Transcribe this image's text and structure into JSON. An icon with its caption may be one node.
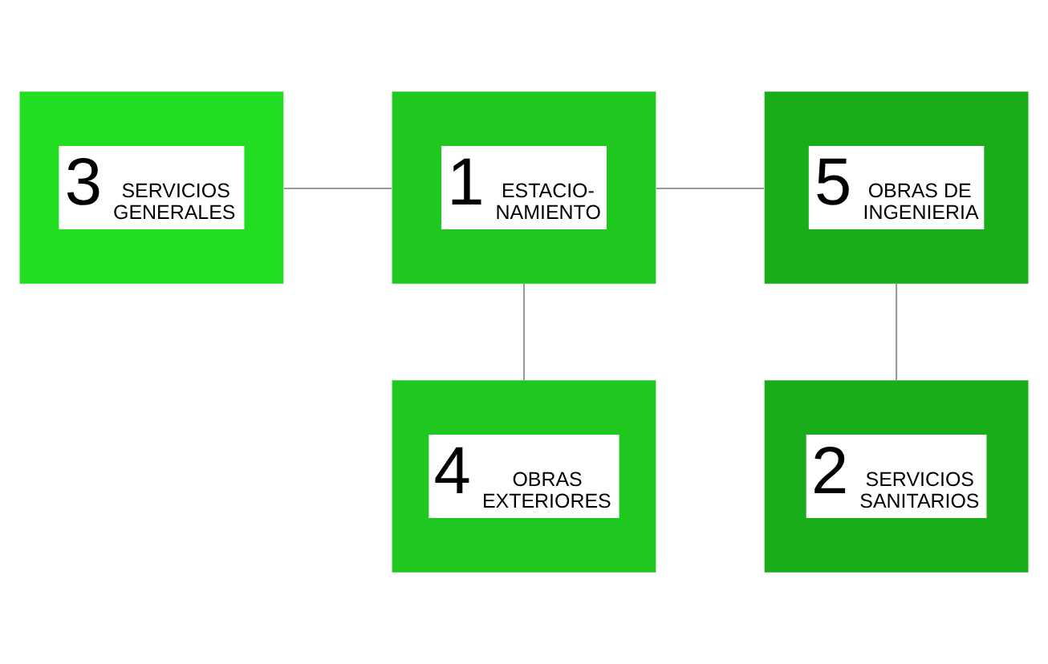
{
  "diagram": {
    "nodes": [
      {
        "text": [
          "3",
          "SERVICIOS GENERALES"
        ]
      },
      {
        "text": [
          "1",
          "ESTACIO- NAMIENTO"
        ]
      },
      {
        "text": [
          "5",
          "OBRAS DE INGENIERIA"
        ]
      },
      {
        "text": [
          "4",
          "OBRAS EXTERIORES"
        ]
      },
      {
        "text": [
          "2",
          "SERVICIOS SANITARIOS"
        ]
      }
    ],
    "edges": [
      {
        "from": 0,
        "to": 1,
        "arrow": "none"
      },
      {
        "from": 1,
        "to": 2,
        "arrow": "none"
      },
      {
        "from": 1,
        "to": 3,
        "arrow": "none"
      },
      {
        "from": 2,
        "to": 4,
        "arrow": "none"
      }
    ]
  }
}
